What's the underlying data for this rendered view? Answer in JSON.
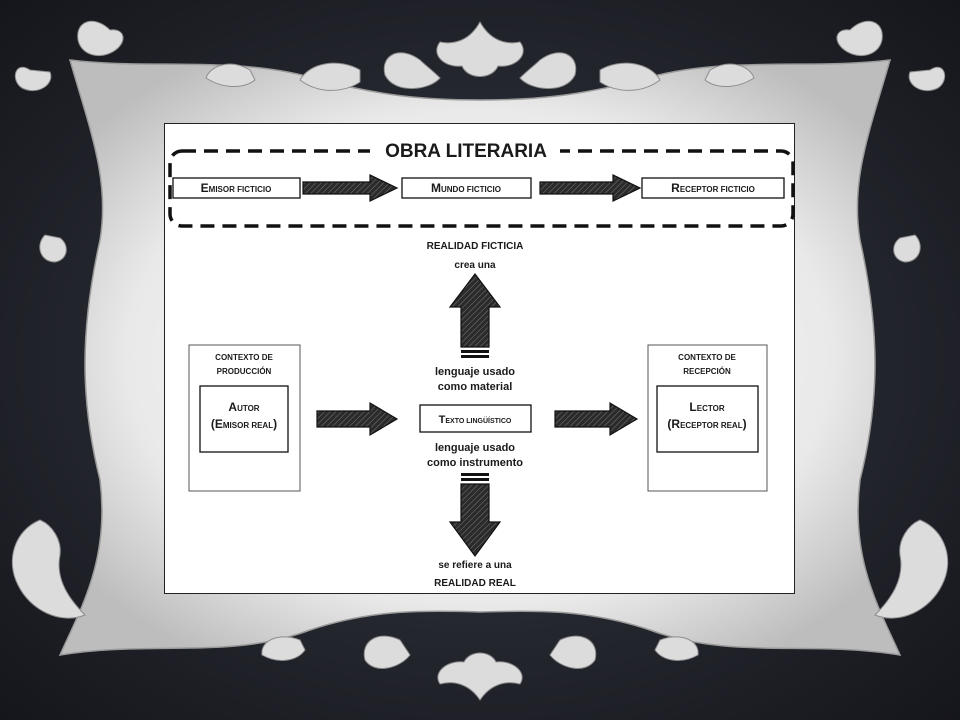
{
  "slide": {
    "background": "#24262e",
    "frame_color": "#e6e6e6",
    "ornament_color": "#d9d9d9"
  },
  "diagram": {
    "title": "OBRA LITERARIA",
    "fictional_chain": {
      "emisor_initial": "E",
      "emisor_rest": "MISOR FICTICIO",
      "mundo_initial": "M",
      "mundo_rest": "UNDO FICTICIO",
      "receptor_initial": "R",
      "receptor_rest": "ECEPTOR FICTICIO"
    },
    "realidad_ficticia": "REALIDAD FICTICIA",
    "crea_una": "crea una",
    "material_line1": "lenguaje usado",
    "material_line2": "como material",
    "texto_initial": "T",
    "texto_rest": "EXTO LINGÜÍSTICO",
    "instrumento_line1": "lenguaje usado",
    "instrumento_line2": "como instrumento",
    "refiere_line": "se refiere a una",
    "realidad_real": "REALIDAD REAL",
    "produccion_line1": "CONTEXTO DE",
    "produccion_line2": "PRODUCCIÓN",
    "autor_initial": "A",
    "autor_rest": "UTOR",
    "autor_sub_open": "(E",
    "autor_sub_rest": "MISOR REAL",
    "autor_sub_close": ")",
    "recepcion_line1": "CONTEXTO DE",
    "recepcion_line2": "RECEPCIÓN",
    "lector_initial": "L",
    "lector_rest": "ECTOR",
    "lector_sub_open": "(R",
    "lector_sub_rest": "ECEPTOR REAL",
    "lector_sub_close": ")"
  }
}
